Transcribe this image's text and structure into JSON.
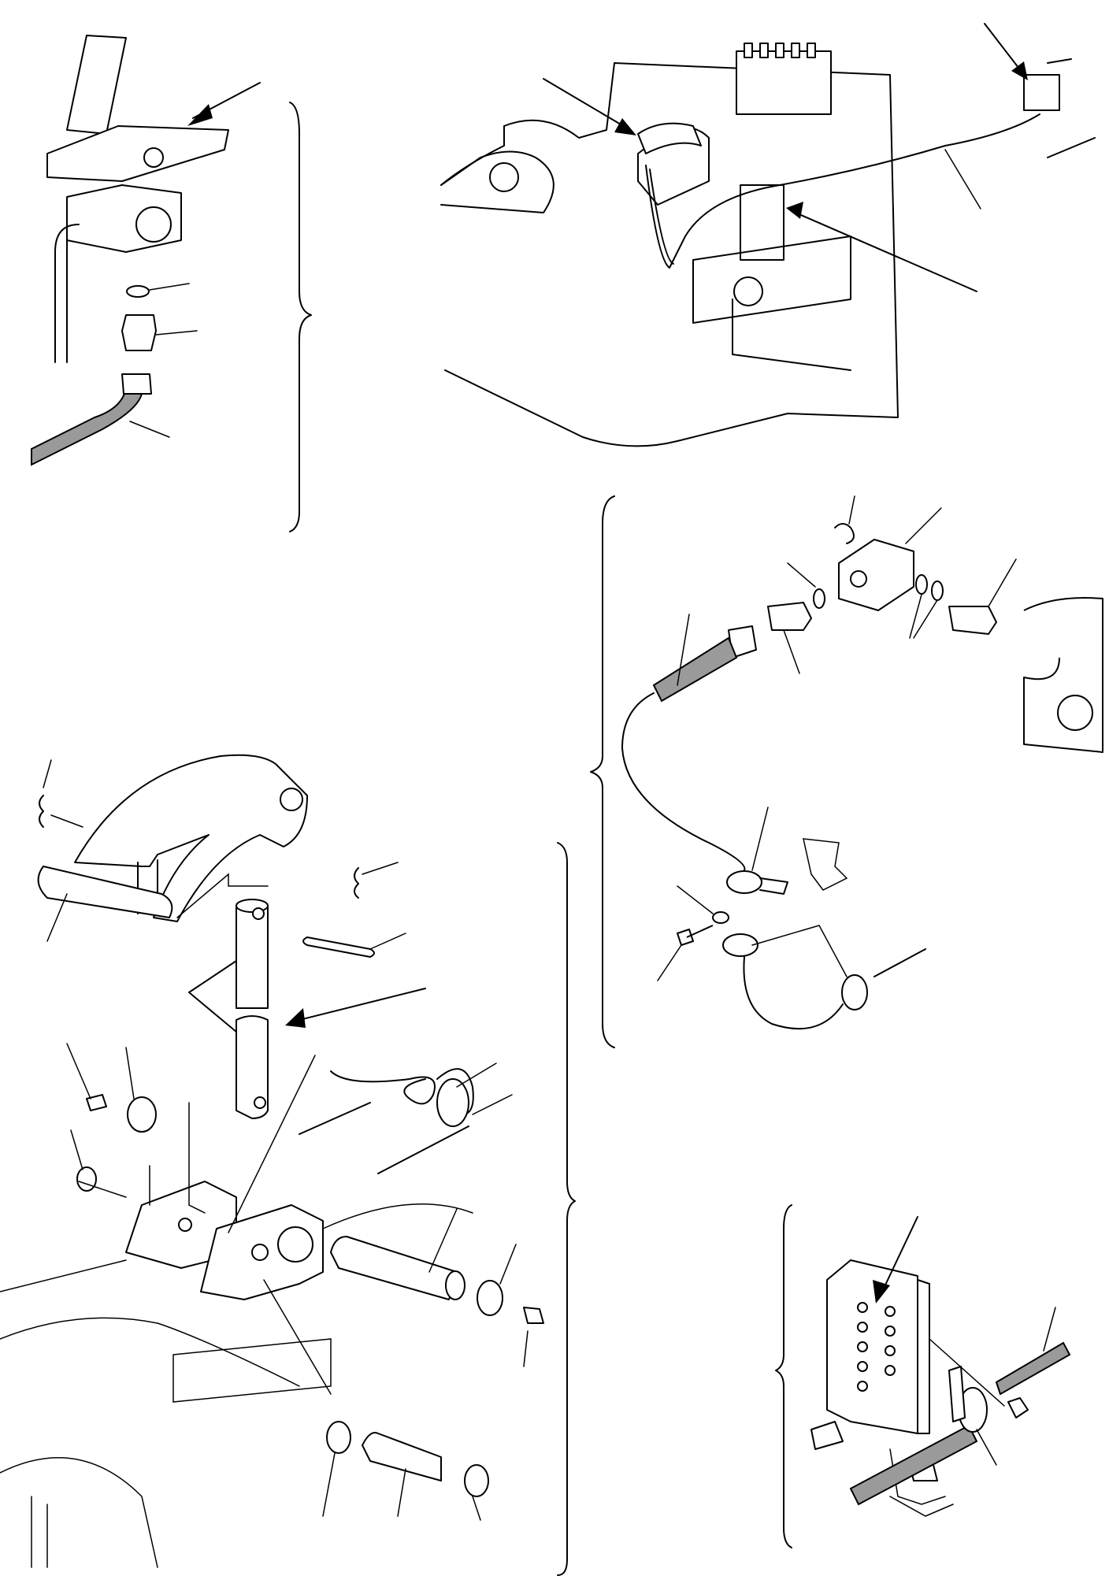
{
  "diagram": {
    "panels": [
      {
        "id": "fitting-detail",
        "description_text": ""
      },
      {
        "id": "loader-frame-harness",
        "description_text": ""
      },
      {
        "id": "hose-fitting-assembly",
        "description_text": ""
      },
      {
        "id": "pin-bracket-assembly",
        "description_text": ""
      },
      {
        "id": "grease-block-detail",
        "description_text": ""
      }
    ],
    "colors": {
      "line": "#000000",
      "hose_fill": "#9a9a9a",
      "background": "#ffffff"
    },
    "icons": [
      "arrow-pointer",
      "brace"
    ]
  }
}
